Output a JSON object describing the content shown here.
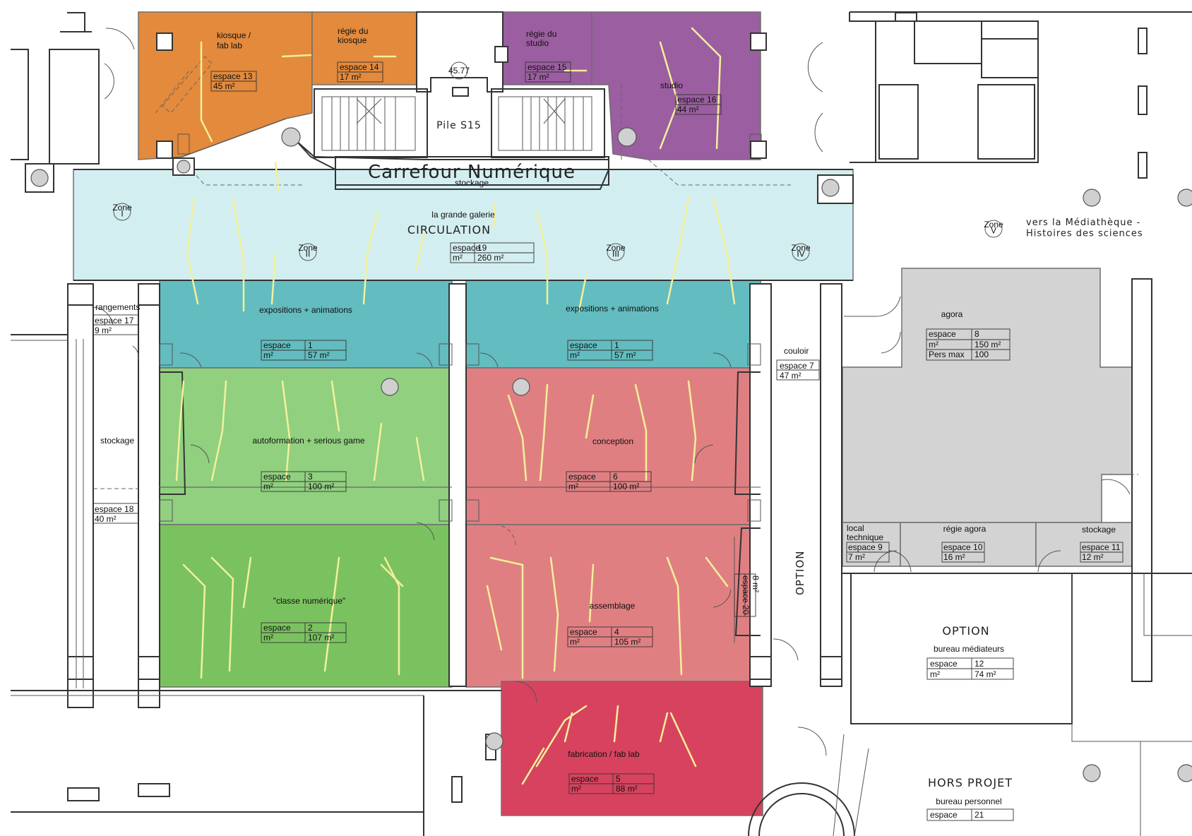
{
  "title": "Carrefour Numérique",
  "pile_label": "Pile S15",
  "level_mark": "45.77",
  "colors": {
    "orange": "#e38a3c",
    "purple": "#9b5ea0",
    "circulation": "#d3eef0",
    "teal": "#63bcbf",
    "light_green": "#90d07f",
    "green": "#7ac25f",
    "pink": "#e07f82",
    "red": "#d7435f",
    "grey": "#d3d3d3",
    "light_line": "#f3f09a"
  },
  "rooms": {
    "r13": {
      "name": "kiosque /\nfab lab",
      "espace": "espace 13",
      "area": "45 m²"
    },
    "r14": {
      "name": "régie du\nkiosque",
      "espace": "espace 14",
      "area": "17 m²"
    },
    "r15": {
      "name": "régie du\nstudio",
      "espace": "espace 15",
      "area": "17 m²"
    },
    "r16": {
      "name": "studio",
      "espace": "espace 16",
      "area": "44 m²"
    },
    "stock_top": {
      "name": "stockage"
    },
    "r19": {
      "name_small": "la grande galerie",
      "name_big": "CIRCULATION",
      "k1": "espace",
      "v1": "19",
      "k2": "m²",
      "v2": "260 m²"
    },
    "r1a": {
      "name": "expositions + animations",
      "k1": "espace",
      "v1": "1",
      "k2": "m²",
      "v2": "57 m²"
    },
    "r1b": {
      "name": "expositions + animations",
      "k1": "espace",
      "v1": "1",
      "k2": "m²",
      "v2": "57 m²"
    },
    "r17": {
      "name": "rangements",
      "espace": "espace 17",
      "area": "9 m²"
    },
    "r18": {
      "name": "stockage",
      "espace": "espace 18",
      "area": "40 m²"
    },
    "r3": {
      "name": "autoformation + serious game",
      "k1": "espace",
      "v1": "3",
      "k2": "m²",
      "v2": "100 m²"
    },
    "r6": {
      "name": "conception",
      "k1": "espace",
      "v1": "6",
      "k2": "m²",
      "v2": "100 m²"
    },
    "r2": {
      "name": "\"classe numérique\"",
      "k1": "espace",
      "v1": "2",
      "k2": "m²",
      "v2": "107 m²"
    },
    "r4": {
      "name": "assemblage",
      "k1": "espace",
      "v1": "4",
      "k2": "m²",
      "v2": "105 m²"
    },
    "r20": {
      "espace": "espace 20",
      "area": "8 m²"
    },
    "r5": {
      "name": "fabrication / fab lab",
      "k1": "espace",
      "v1": "5",
      "k2": "m²",
      "v2": "88 m²"
    },
    "r7": {
      "name": "couloir",
      "espace": "espace 7",
      "area": "47 m²"
    },
    "r8": {
      "name": "agora",
      "k1": "espace",
      "v1": "8",
      "k2": "m²",
      "v2": "150 m²",
      "k3": "Pers max",
      "v3": "100"
    },
    "r9": {
      "name": "local\ntechnique",
      "espace": "espace 9",
      "area": "7 m²"
    },
    "r10": {
      "name": "régie agora",
      "espace": "espace 10",
      "area": "16 m²"
    },
    "r11": {
      "name": "stockage",
      "espace": "espace 11",
      "area": "12 m²"
    },
    "r12": {
      "heading": "OPTION",
      "name": "bureau médiateurs",
      "k1": "espace",
      "v1": "12",
      "k2": "m²",
      "v2": "74 m²"
    },
    "r21": {
      "heading": "HORS PROJET",
      "name": "bureau personnel",
      "k1": "espace",
      "v1": "21"
    }
  },
  "option_vertical": "OPTION",
  "zones": {
    "z1": "Zone\nI",
    "z2": "Zone\nII",
    "z3": "Zone\nIII",
    "z4": "Zone\nIV",
    "z5": "Zone\nV"
  },
  "destination": "vers la Médiathèque -\nHistoires des sciences"
}
